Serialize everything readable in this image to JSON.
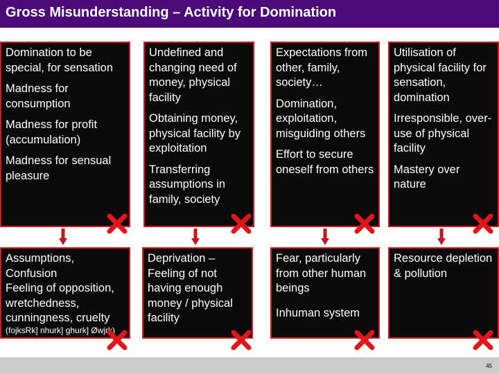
{
  "slide": {
    "title": "Gross Misunderstanding – Activity for Domination",
    "page_number": "45"
  },
  "boxes_top": [
    {
      "items": [
        "Domination to be special, for sensation",
        "Madness for consumption",
        "Madness for profit (accumulation)",
        "Madness for sensual pleasure"
      ]
    },
    {
      "items": [
        "Undefined and changing need of money, physical facility",
        "Obtaining money, physical facility by exploitation",
        "Transferring assumptions in family, society"
      ]
    },
    {
      "items": [
        "Expectations from other, family, society…",
        "Domination, exploitation, misguiding others",
        "Effort to secure oneself from others"
      ]
    },
    {
      "items": [
        "Utilisation of physical facility for sensation, domination",
        "Irresponsible, over-use of physical facility",
        "Mastery over nature"
      ]
    }
  ],
  "boxes_bottom": [
    {
      "items": [
        "Assumptions, Confusion",
        "Feeling of opposition, wretchedness, cunningness, cruelty"
      ],
      "small_text": "(fojksRk] nhurk] ghurk] Øwjrk)"
    },
    {
      "items": [
        "Deprivation – Feeling of not having enough money / physical facility"
      ]
    },
    {
      "items": [
        "Fear, particularly from other human beings",
        "Inhuman system"
      ]
    },
    {
      "items": [
        "Resource depletion & pollution"
      ]
    }
  ],
  "colors": {
    "title_bar": "#4a0a78",
    "box_background": "#0a0a0a",
    "box_border": "#d51920",
    "cross": "#e0161b",
    "footer": "#cccccc"
  },
  "icons": {
    "arrow": "down-arrow-icon",
    "cross": "cross-icon"
  }
}
